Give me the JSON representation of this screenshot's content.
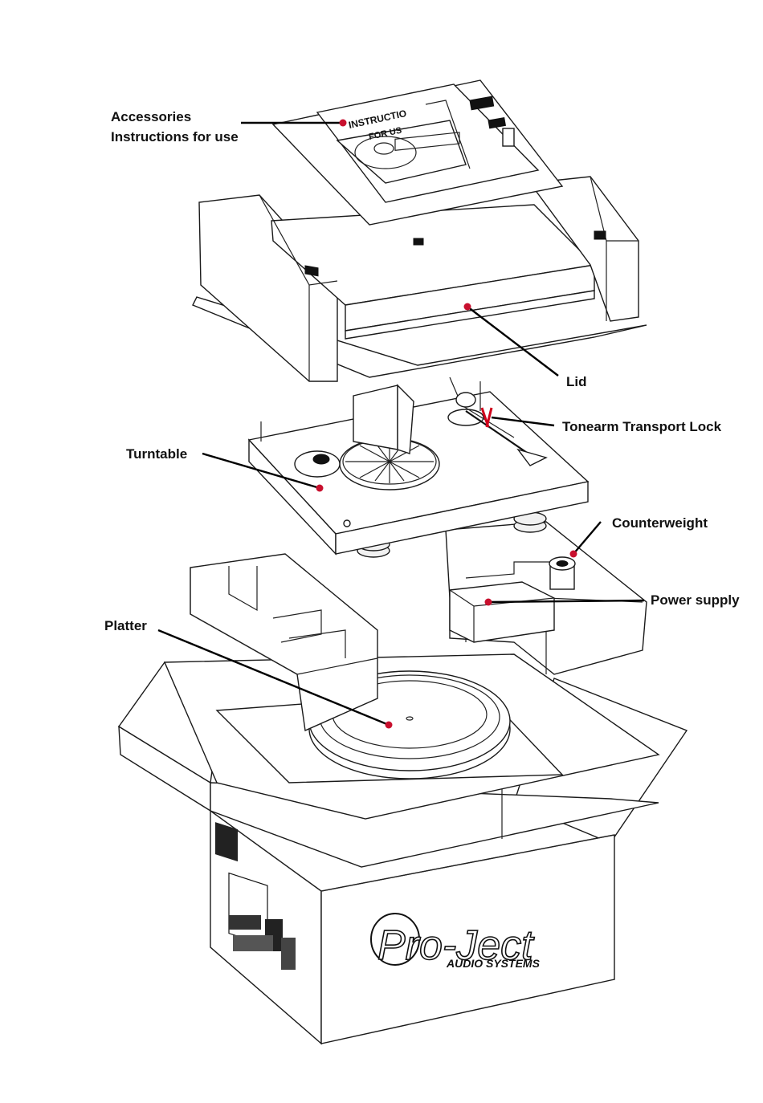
{
  "callouts": {
    "accessories": {
      "line1": "Accessories",
      "line2": "Instructions for use"
    },
    "lid": "Lid",
    "tonearm_lock": "Tonearm Transport Lock",
    "turntable": "Turntable",
    "counterweight": "Counterweight",
    "power_supply": "Power supply",
    "platter": "Platter"
  },
  "manual_text": {
    "line1": "INSTRUCTIO",
    "line2": "FOR US"
  },
  "brand": {
    "logo": "Pro-Ject",
    "tagline": "AUDIO SYSTEMS"
  },
  "colors": {
    "marker": "#c8102e",
    "lock": "#d0021b",
    "ink": "#111111"
  }
}
